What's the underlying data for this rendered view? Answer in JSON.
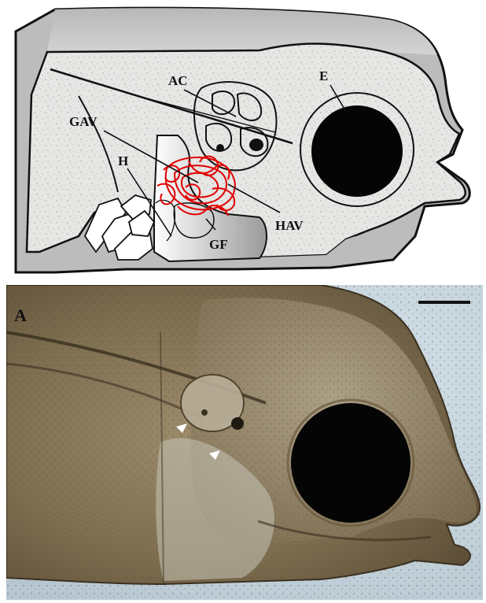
{
  "figure": {
    "diagram_labels": {
      "ac": "AC",
      "e": "E",
      "gav": "GAV",
      "h": "H",
      "hav": "HAV",
      "gf": "GF"
    },
    "photo_panel_label": "A",
    "colors": {
      "outline": "#111111",
      "speckle_fill": "#e8e8e6",
      "shadow_fill": "#bdbdbd",
      "vessel_red": "#e00000",
      "photo_background": "#c4d3dc",
      "larva_tissue": "#8a7a5a",
      "eye_black": "#050505",
      "arrowhead": "#ffffff"
    },
    "arrowhead_count": 2,
    "has_scale_bar": true
  }
}
